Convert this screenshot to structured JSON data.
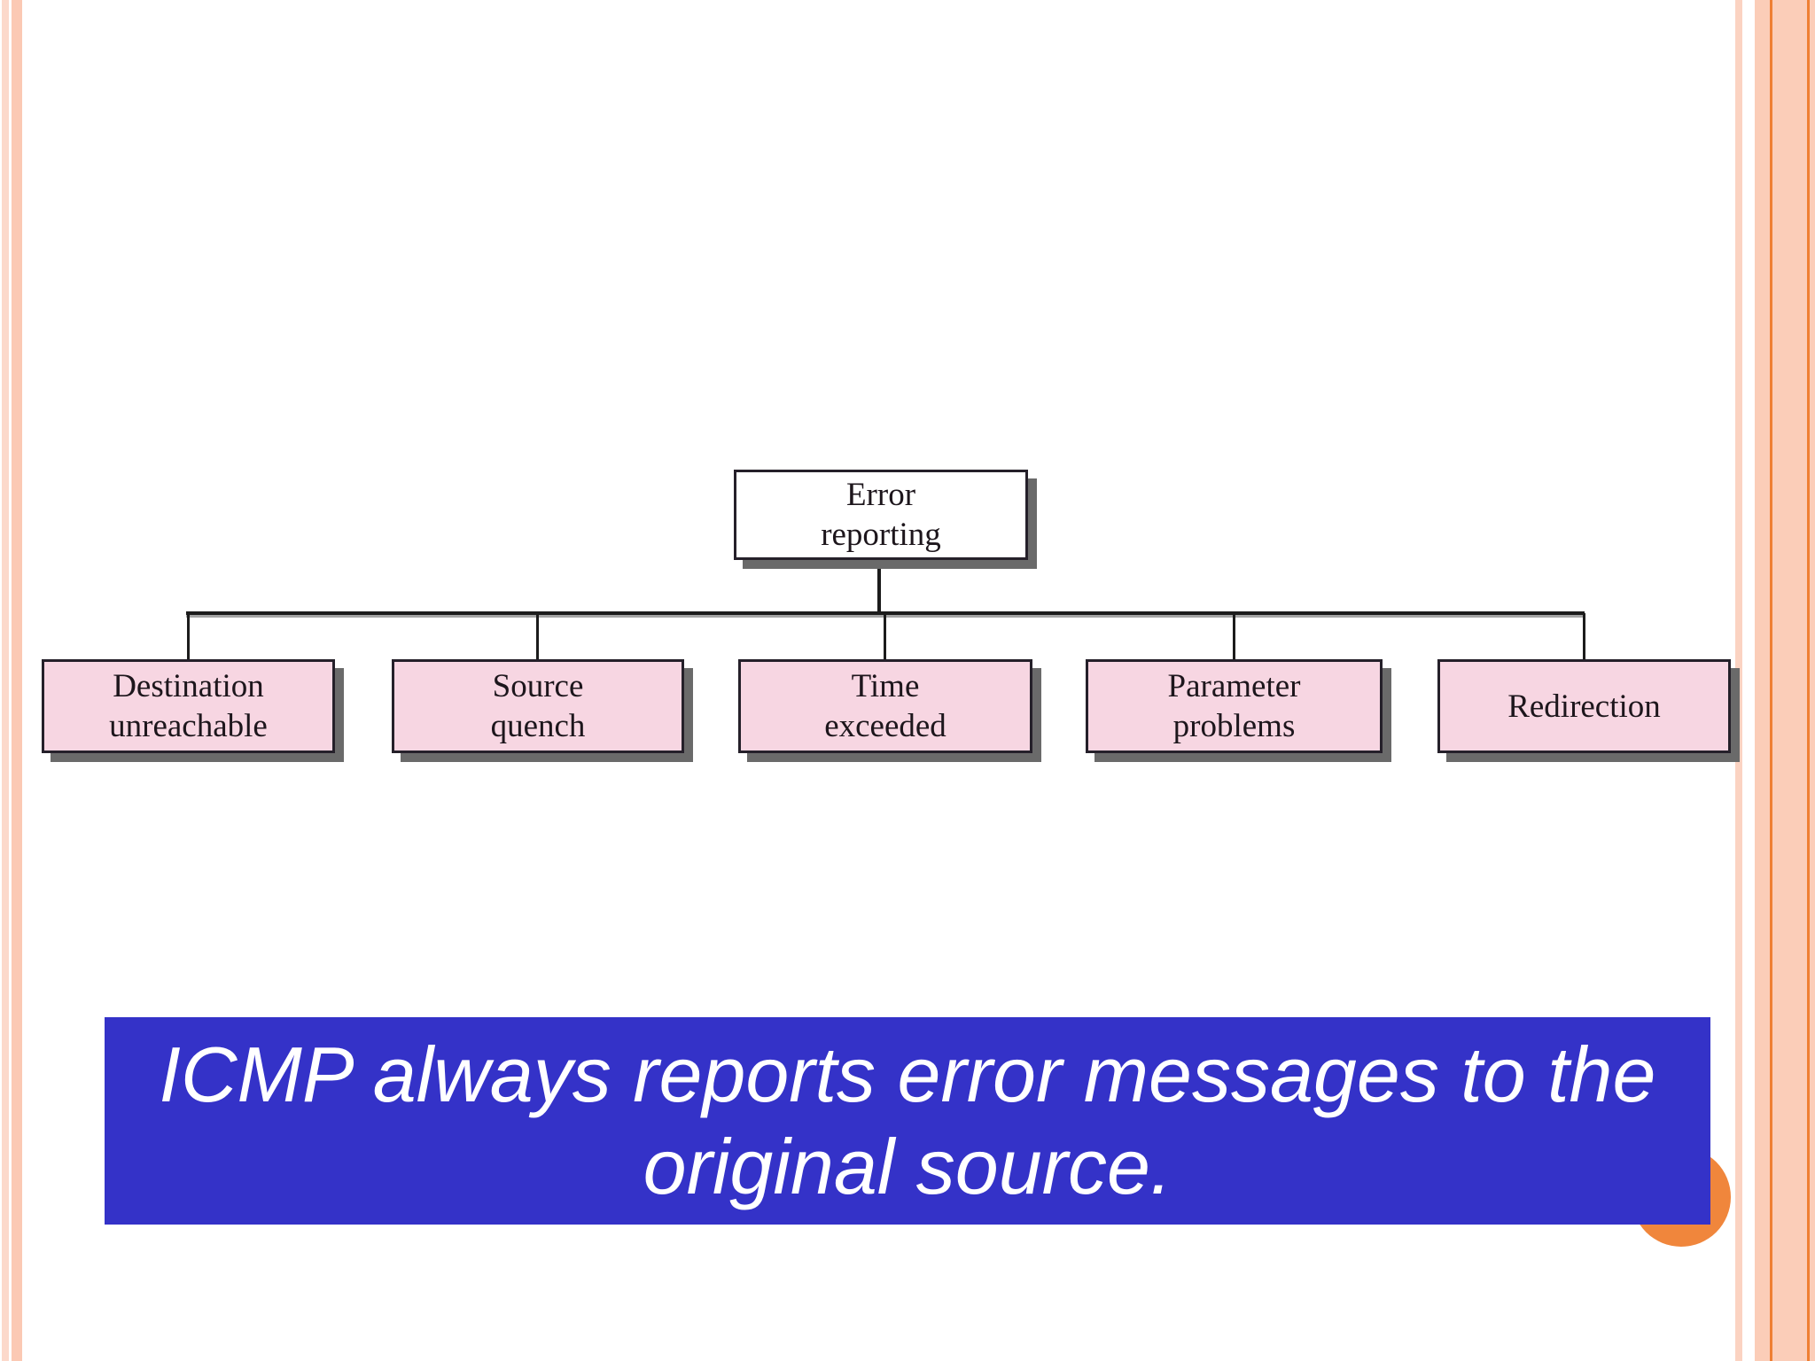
{
  "slide": {
    "caption": {
      "text": "ICMP always reports error messages to the original source."
    },
    "diagram": {
      "root": {
        "line1": "Error",
        "line2": "reporting"
      },
      "children": [
        {
          "line1": "Destination",
          "line2": "unreachable"
        },
        {
          "line1": "Source",
          "line2": "quench"
        },
        {
          "line1": "Time",
          "line2": "exceeded"
        },
        {
          "line1": "Parameter",
          "line2": "problems"
        },
        {
          "line1": "Redirection",
          "line2": ""
        }
      ]
    },
    "colors": {
      "caption_bg": "#3432c8",
      "caption_text": "#ffffff",
      "root_box_fill": "#ffffff",
      "child_box_fill": "#f7d6e2",
      "box_border": "#25202a",
      "box_shadow": "#6a6a6a",
      "connector": "#1c1c1c",
      "stripe_peach": "#fbc9b4",
      "stripe_peach_light": "#fcd9cb",
      "stripe_orange_line": "#ef7f33",
      "accent_circle": "#f0863c"
    }
  }
}
